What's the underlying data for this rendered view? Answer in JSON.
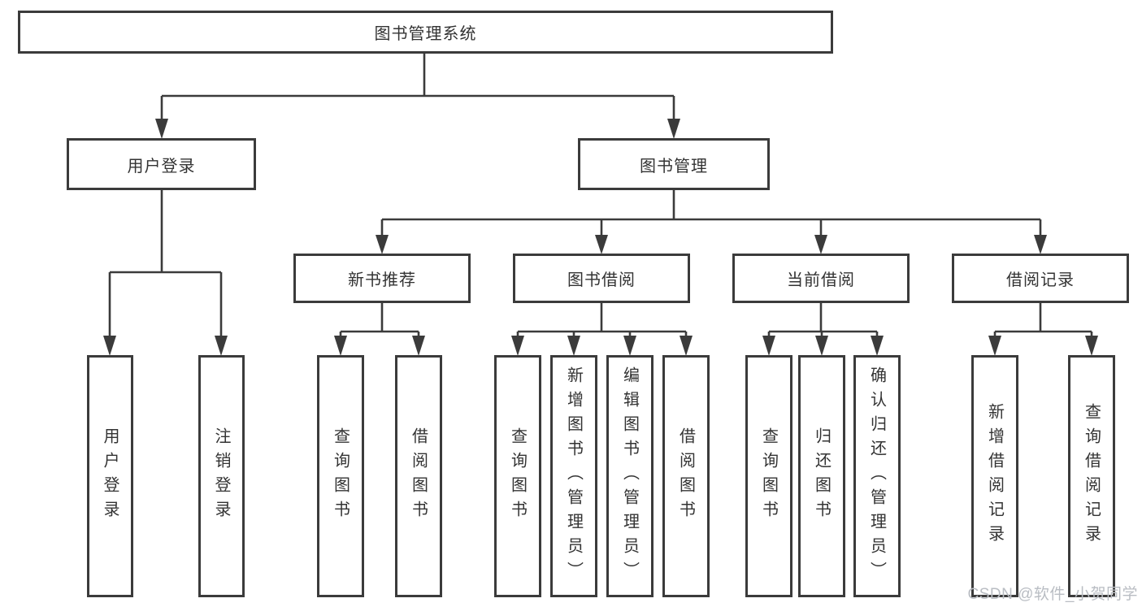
{
  "colors": {
    "line": "#3b3b3b",
    "box_fill": "#ffffff",
    "text": "#333333",
    "watermark": "#b9bdc3"
  },
  "root": {
    "label": "图书管理系统"
  },
  "level1": [
    {
      "label": "用户登录"
    },
    {
      "label": "图书管理"
    }
  ],
  "level2": [
    {
      "label": "新书推荐"
    },
    {
      "label": "图书借阅"
    },
    {
      "label": "当前借阅"
    },
    {
      "label": "借阅记录"
    }
  ],
  "leaves": {
    "user": [
      "用户登录",
      "注销登录"
    ],
    "recommend": [
      "查询图书",
      "借阅图书"
    ],
    "borrow": [
      "查询图书",
      "新增图书（管理员）",
      "编辑图书（管理员）",
      "借阅图书"
    ],
    "current": [
      "查询图书",
      "归还图书",
      "确认归还（管理员）"
    ],
    "records": [
      "新增借阅记录",
      "查询借阅记录"
    ]
  },
  "watermark": "CSDN @软件_小贺同学"
}
